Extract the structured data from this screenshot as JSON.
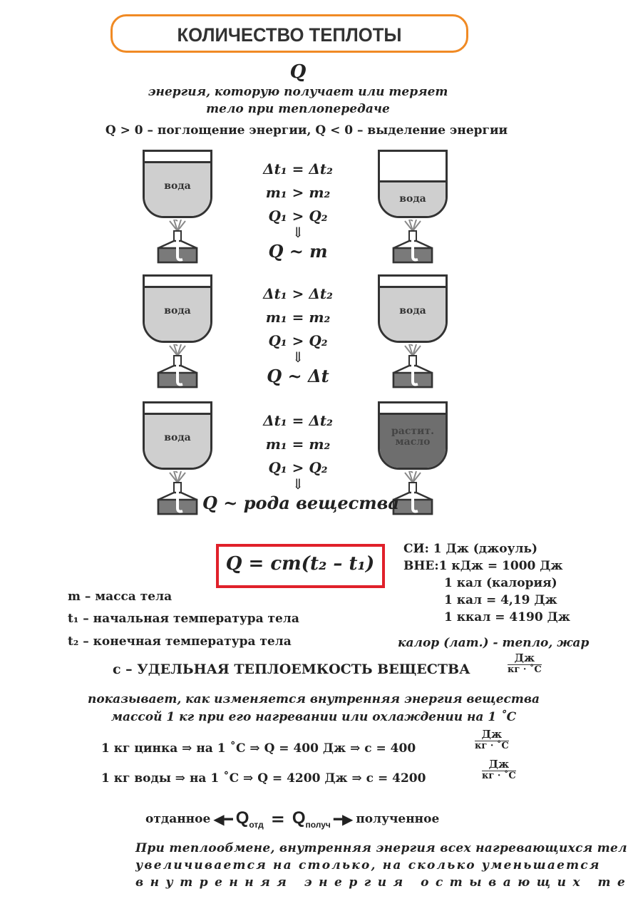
{
  "title": "КОЛИЧЕСТВО ТЕПЛОТЫ",
  "symbol": "Q",
  "definition": [
    "энергия, которую получает или теряет",
    "тело при теплопередаче"
  ],
  "sign_rule": "Q > 0 – поглощение энергии, Q < 0 – выделение энергии",
  "experiments": [
    {
      "left_label": "вода",
      "right_label": "вода",
      "lines": [
        "Δt₁ = Δt₂",
        "m₁ > m₂",
        "Q₁ > Q₂"
      ],
      "arrow": "⇓",
      "conclusion": "Q ~ m"
    },
    {
      "left_label": "вода",
      "right_label": "вода",
      "lines": [
        "Δt₁ > Δt₂",
        "m₁ = m₂",
        "Q₁ > Q₂"
      ],
      "arrow": "⇓",
      "conclusion": "Q ~ Δt"
    },
    {
      "left_label": "вода",
      "right_label": "растит. масло",
      "lines": [
        "Δt₁ = Δt₂",
        "m₁ = m₂",
        "Q₁ > Q₂"
      ],
      "arrow": "⇓",
      "conclusion": "Q ~ рода вещества"
    }
  ],
  "formula": "Q = cm(t₂ – t₁)",
  "units": [
    "СИ: 1 Дж (джоуль)",
    "ВНЕ:1 кДж = 1000 Дж",
    "1 кал (калория)",
    "1 кал = 4,19 Дж",
    "1 ккал = 4190 Дж"
  ],
  "variables": [
    "m – масса тела",
    "t₁ – начальная температура тела",
    "t₂ – конечная температура тела"
  ],
  "etymology": "калор (лат.) - тепло, жар",
  "specific_heat": {
    "heading": "c – УДЕЛЬНАЯ ТЕПЛОЕМКОСТЬ ВЕЩЕСТВА",
    "unit_num": "Дж",
    "unit_den": "кг · ˚С",
    "description": [
      "показывает, как изменяется внутренняя энергия вещества",
      "массой 1 кг при его нагревании или охлаждении на 1 ˚С"
    ],
    "examples": [
      "1 кг цинка ⇒ на 1 ˚С ⇒ Q = 400 Дж ⇒ c = 400",
      "1 кг воды ⇒ на 1 ˚С ⇒ Q = 4200 Дж ⇒ c = 4200"
    ]
  },
  "balance": {
    "left": "отданное",
    "q_out": "Q",
    "q_out_sub": "отд",
    "eq": "=",
    "q_in": "Q",
    "q_in_sub": "получ",
    "right": "полученное"
  },
  "conclusion": [
    "При теплообмене, внутренняя энергия всех нагревающихся тел",
    "увеличивается на столько, на сколько уменьшается",
    "внутренняя энергия остывающих тел"
  ]
}
